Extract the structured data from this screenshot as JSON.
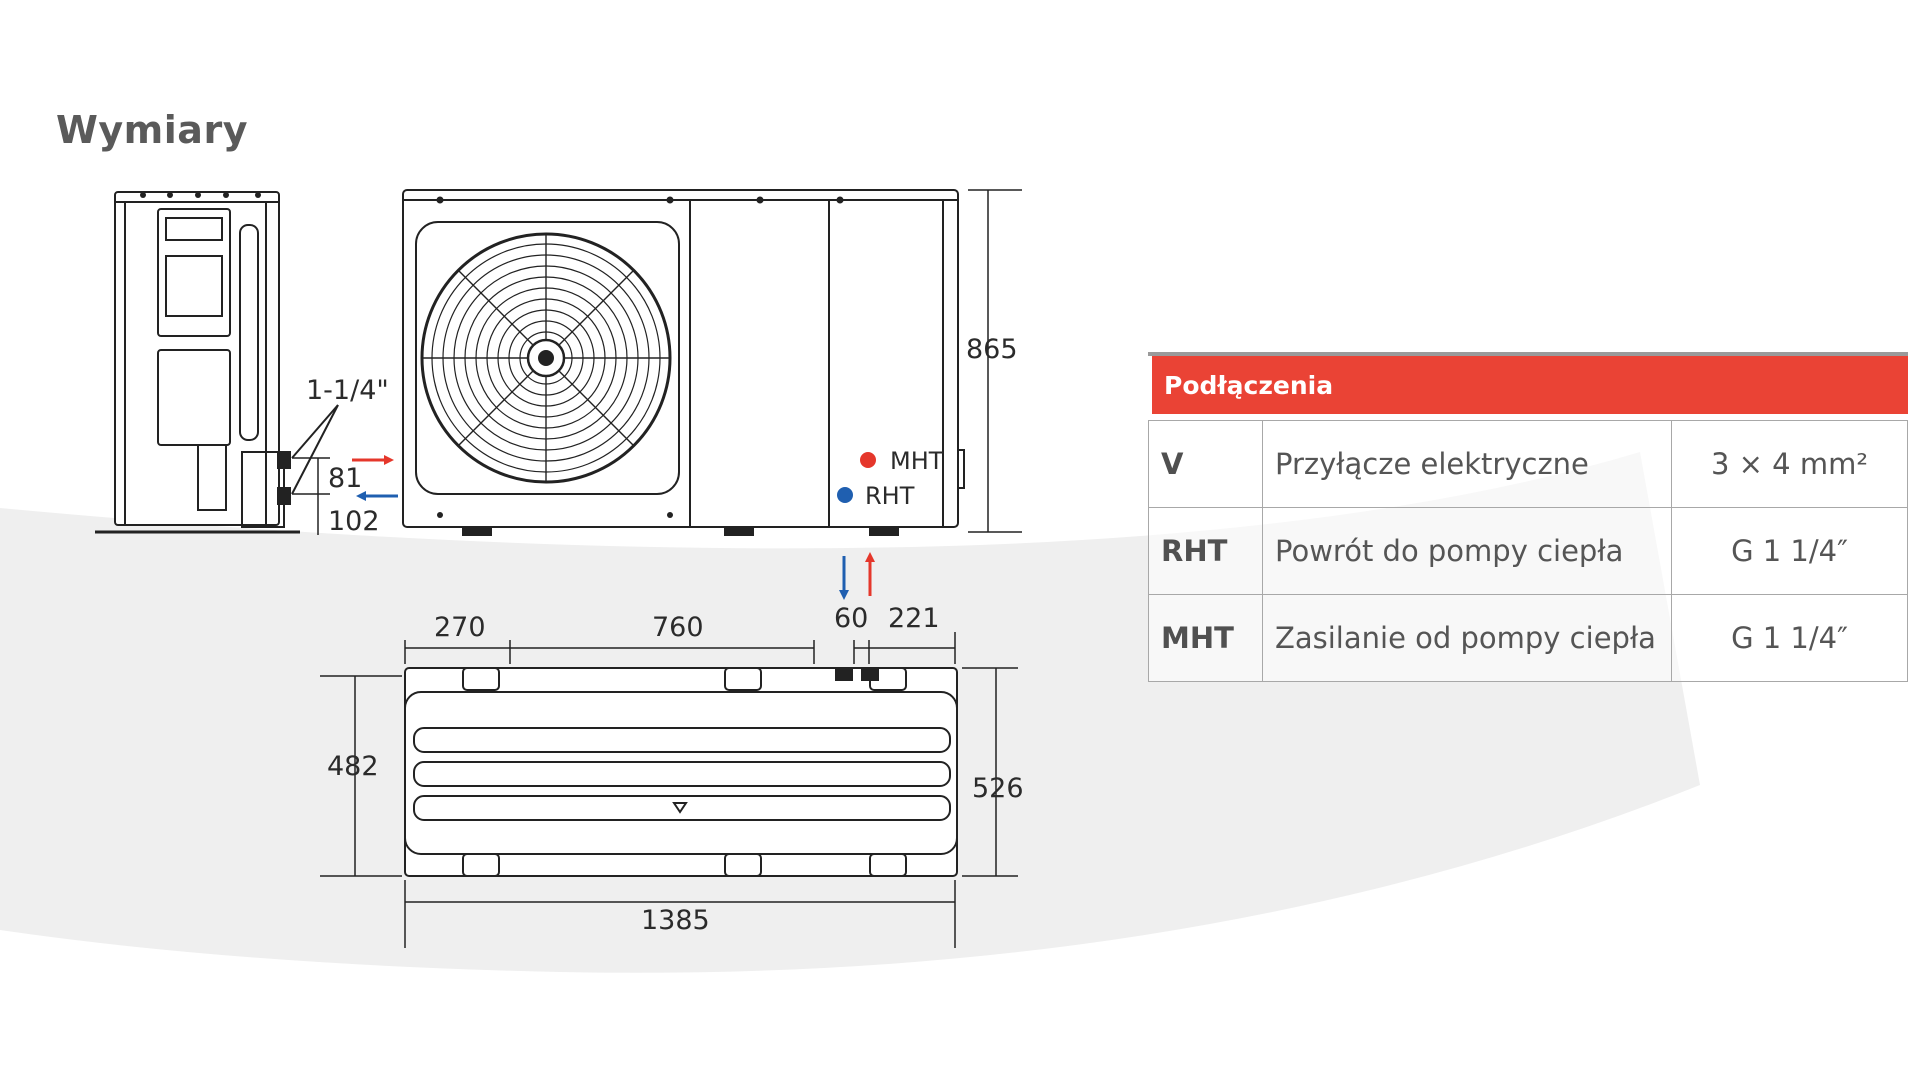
{
  "title": "Wymiary",
  "colors": {
    "accent": "#ea4335",
    "supply": "#e5372b",
    "return": "#1f5fb0"
  },
  "labels": {
    "pipe_size": "1-1/4\"",
    "mht": "MHT",
    "rht": "RHT"
  },
  "dimensions": {
    "height": "865",
    "pipe_upper": "81",
    "pipe_lower": "102",
    "left_offset": "270",
    "middle_span": "760",
    "pipe_spacing": "60",
    "right_offset": "221",
    "foot_depth": "482",
    "total_depth": "526",
    "total_width": "1385"
  },
  "connections": {
    "header": "Podłączenia",
    "rows": [
      {
        "code": "V",
        "description": "Przyłącze elektryczne",
        "value": "3 × 4 mm²"
      },
      {
        "code": "RHT",
        "description": "Powrót do pompy ciepła",
        "value": "G 1 1/4″"
      },
      {
        "code": "MHT",
        "description": "Zasilanie od pompy ciepła",
        "value": "G 1 1/4″"
      }
    ]
  }
}
